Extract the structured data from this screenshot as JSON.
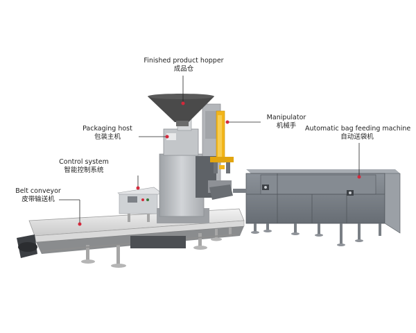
{
  "labels": {
    "finished_hopper": {
      "en": "Finished product hopper",
      "zh": "成品仓"
    },
    "manipulator": {
      "en": "Manipulator",
      "zh": "机械手"
    },
    "auto_bag_feeding": {
      "en": "Automatic bag feeding machine",
      "zh": "自动送袋机"
    },
    "packaging_host": {
      "en": "Packaging host",
      "zh": "包装主机"
    },
    "control_system": {
      "en": "Control system",
      "zh": "智能控制系统"
    },
    "belt_conveyor": {
      "en": "Belt conveyor",
      "zh": "皮带输送机"
    }
  },
  "colors": {
    "machine_gray": "#b9bcbf",
    "machine_dark": "#5f6368",
    "feeder_blue_gray": "#7c828a",
    "manipulator_yellow": "#f2b51a",
    "hopper_dark": "#4a4a4a",
    "callout_dot": "#d4293b"
  }
}
